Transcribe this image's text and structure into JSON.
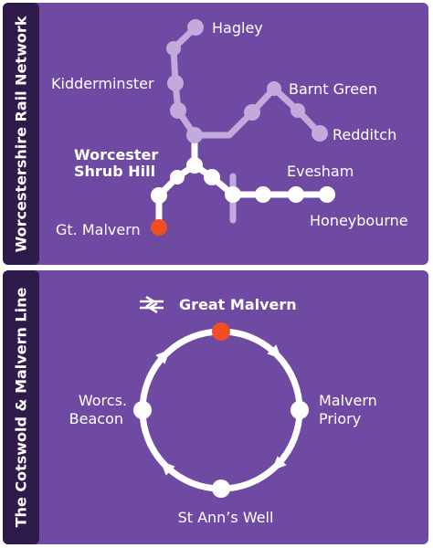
{
  "colors": {
    "background": "#6e4aa3",
    "sidebar": "#2e1a4b",
    "line_muted": "#c3aadc",
    "line_active": "#ffffff",
    "terminus": "#f04e23"
  },
  "panel_top": {
    "title": "Worcestershire  Rail Network",
    "stations": {
      "hagley": "Hagley",
      "kidderminster": "Kidderminster",
      "barnt_green": "Barnt Green",
      "redditch": "Redditch",
      "worcester_line1": "Worcester",
      "worcester_line2": "Shrub Hill",
      "evesham": "Evesham",
      "gt_malvern": "Gt. Malvern",
      "honeybourne": "Honeybourne"
    }
  },
  "panel_bottom": {
    "title": "The Cotswold & Malvern Line",
    "rail_icon": "national-rail-icon",
    "stations": {
      "great_malvern": "Great Malvern",
      "malvern_priory_line1": "Malvern",
      "malvern_priory_line2": "Priory",
      "st_anns_well": "St Ann’s Well",
      "worcs_beacon_line1": "Worcs.",
      "worcs_beacon_line2": "Beacon"
    }
  }
}
